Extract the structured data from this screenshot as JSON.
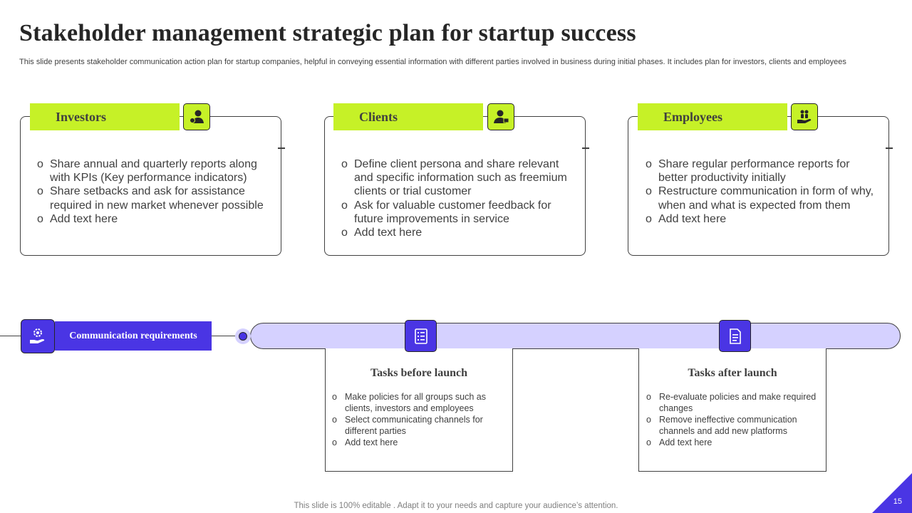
{
  "title": "Stakeholder management strategic plan for startup success",
  "subtitle": "This slide presents stakeholder communication action plan for startup companies, helpful in conveying essential information with different parties involved in business during initial phases. It includes plan for investors, clients and employees",
  "stakeholders": [
    {
      "label": "Investors",
      "icon": "investor-person-icon",
      "bullets": [
        "Share annual and quarterly reports along with KPIs (Key performance indicators)",
        "Share setbacks and ask for assistance required in new market whenever possible",
        "Add text here"
      ]
    },
    {
      "label": "Clients",
      "icon": "client-person-icon",
      "bullets": [
        "Define client persona and share relevant and specific information such as freemium clients or trial customer",
        "Ask for valuable customer feedback for future improvements in service",
        "Add text here"
      ]
    },
    {
      "label": "Employees",
      "icon": "employees-hand-icon",
      "bullets": [
        "Share regular performance reports for better productivity initially",
        "Restructure communication in form of why, when and what is expected from them",
        "Add text here"
      ]
    }
  ],
  "communication": {
    "label": "Communication requirements",
    "icon": "gear-hand-icon"
  },
  "tasks": [
    {
      "title": "Tasks before launch",
      "icon": "checklist-icon",
      "bullets": [
        "Make policies for all groups such as clients, investors and employees",
        "Select communicating channels for different parties",
        "Add text here"
      ]
    },
    {
      "title": "Tasks after launch",
      "icon": "document-list-icon",
      "bullets": [
        "Re-evaluate policies and make required changes",
        "Remove ineffective communication channels and add new platforms",
        "Add text here"
      ]
    }
  ],
  "footer": "This slide is 100% editable . Adapt it to your needs and capture your audience’s attention.",
  "page_number": "15",
  "colors": {
    "accent_green": "#c6f127",
    "accent_purple": "#4a35e4",
    "timeline_fill": "#d5d1ff"
  }
}
